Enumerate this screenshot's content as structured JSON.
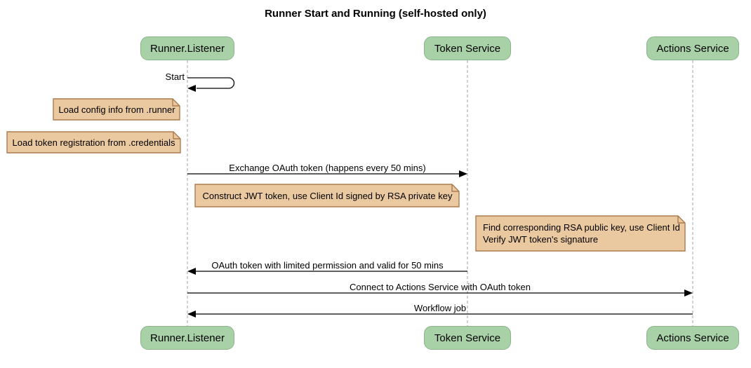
{
  "title": "Runner Start and Running (self-hosted only)",
  "participants": [
    {
      "name": "Runner.Listener"
    },
    {
      "name": "Token Service"
    },
    {
      "name": "Actions Service"
    }
  ],
  "messages": [
    {
      "from": "Runner.Listener",
      "to": "Runner.Listener",
      "kind": "self",
      "label": "Start"
    },
    {
      "from": "Runner.Listener",
      "to": "Token Service",
      "kind": "arrow-right",
      "label": "Exchange OAuth token (happens every 50 mins)"
    },
    {
      "from": "Token Service",
      "to": "Runner.Listener",
      "kind": "arrow-left",
      "label": "OAuth token with limited permission and valid for 50 mins"
    },
    {
      "from": "Runner.Listener",
      "to": "Actions Service",
      "kind": "arrow-right",
      "label": "Connect to Actions Service with OAuth token"
    },
    {
      "from": "Actions Service",
      "to": "Runner.Listener",
      "kind": "arrow-left",
      "label": "Workflow job"
    }
  ],
  "notes": [
    {
      "position": "left of Runner.Listener",
      "text": "Load config info from .runner"
    },
    {
      "position": "left of Runner.Listener",
      "text": "Load token registration from .credentials"
    },
    {
      "position": "between Runner.Listener and Token Service",
      "text": "Construct JWT token, use Client Id signed by RSA private key"
    },
    {
      "position": "between Token Service and Actions Service",
      "text": "Find corresponding RSA public key, use Client Id\nVerify JWT token's signature"
    }
  ],
  "colors": {
    "background": "#ffffff",
    "participant_fill": "#a8d1a8",
    "participant_border": "#8cb48c",
    "note_fill": "#ebc9a0",
    "note_border": "#ac7c4f",
    "lifeline": "#a0a0a0",
    "arrow": "#000000",
    "text": "#000000"
  }
}
